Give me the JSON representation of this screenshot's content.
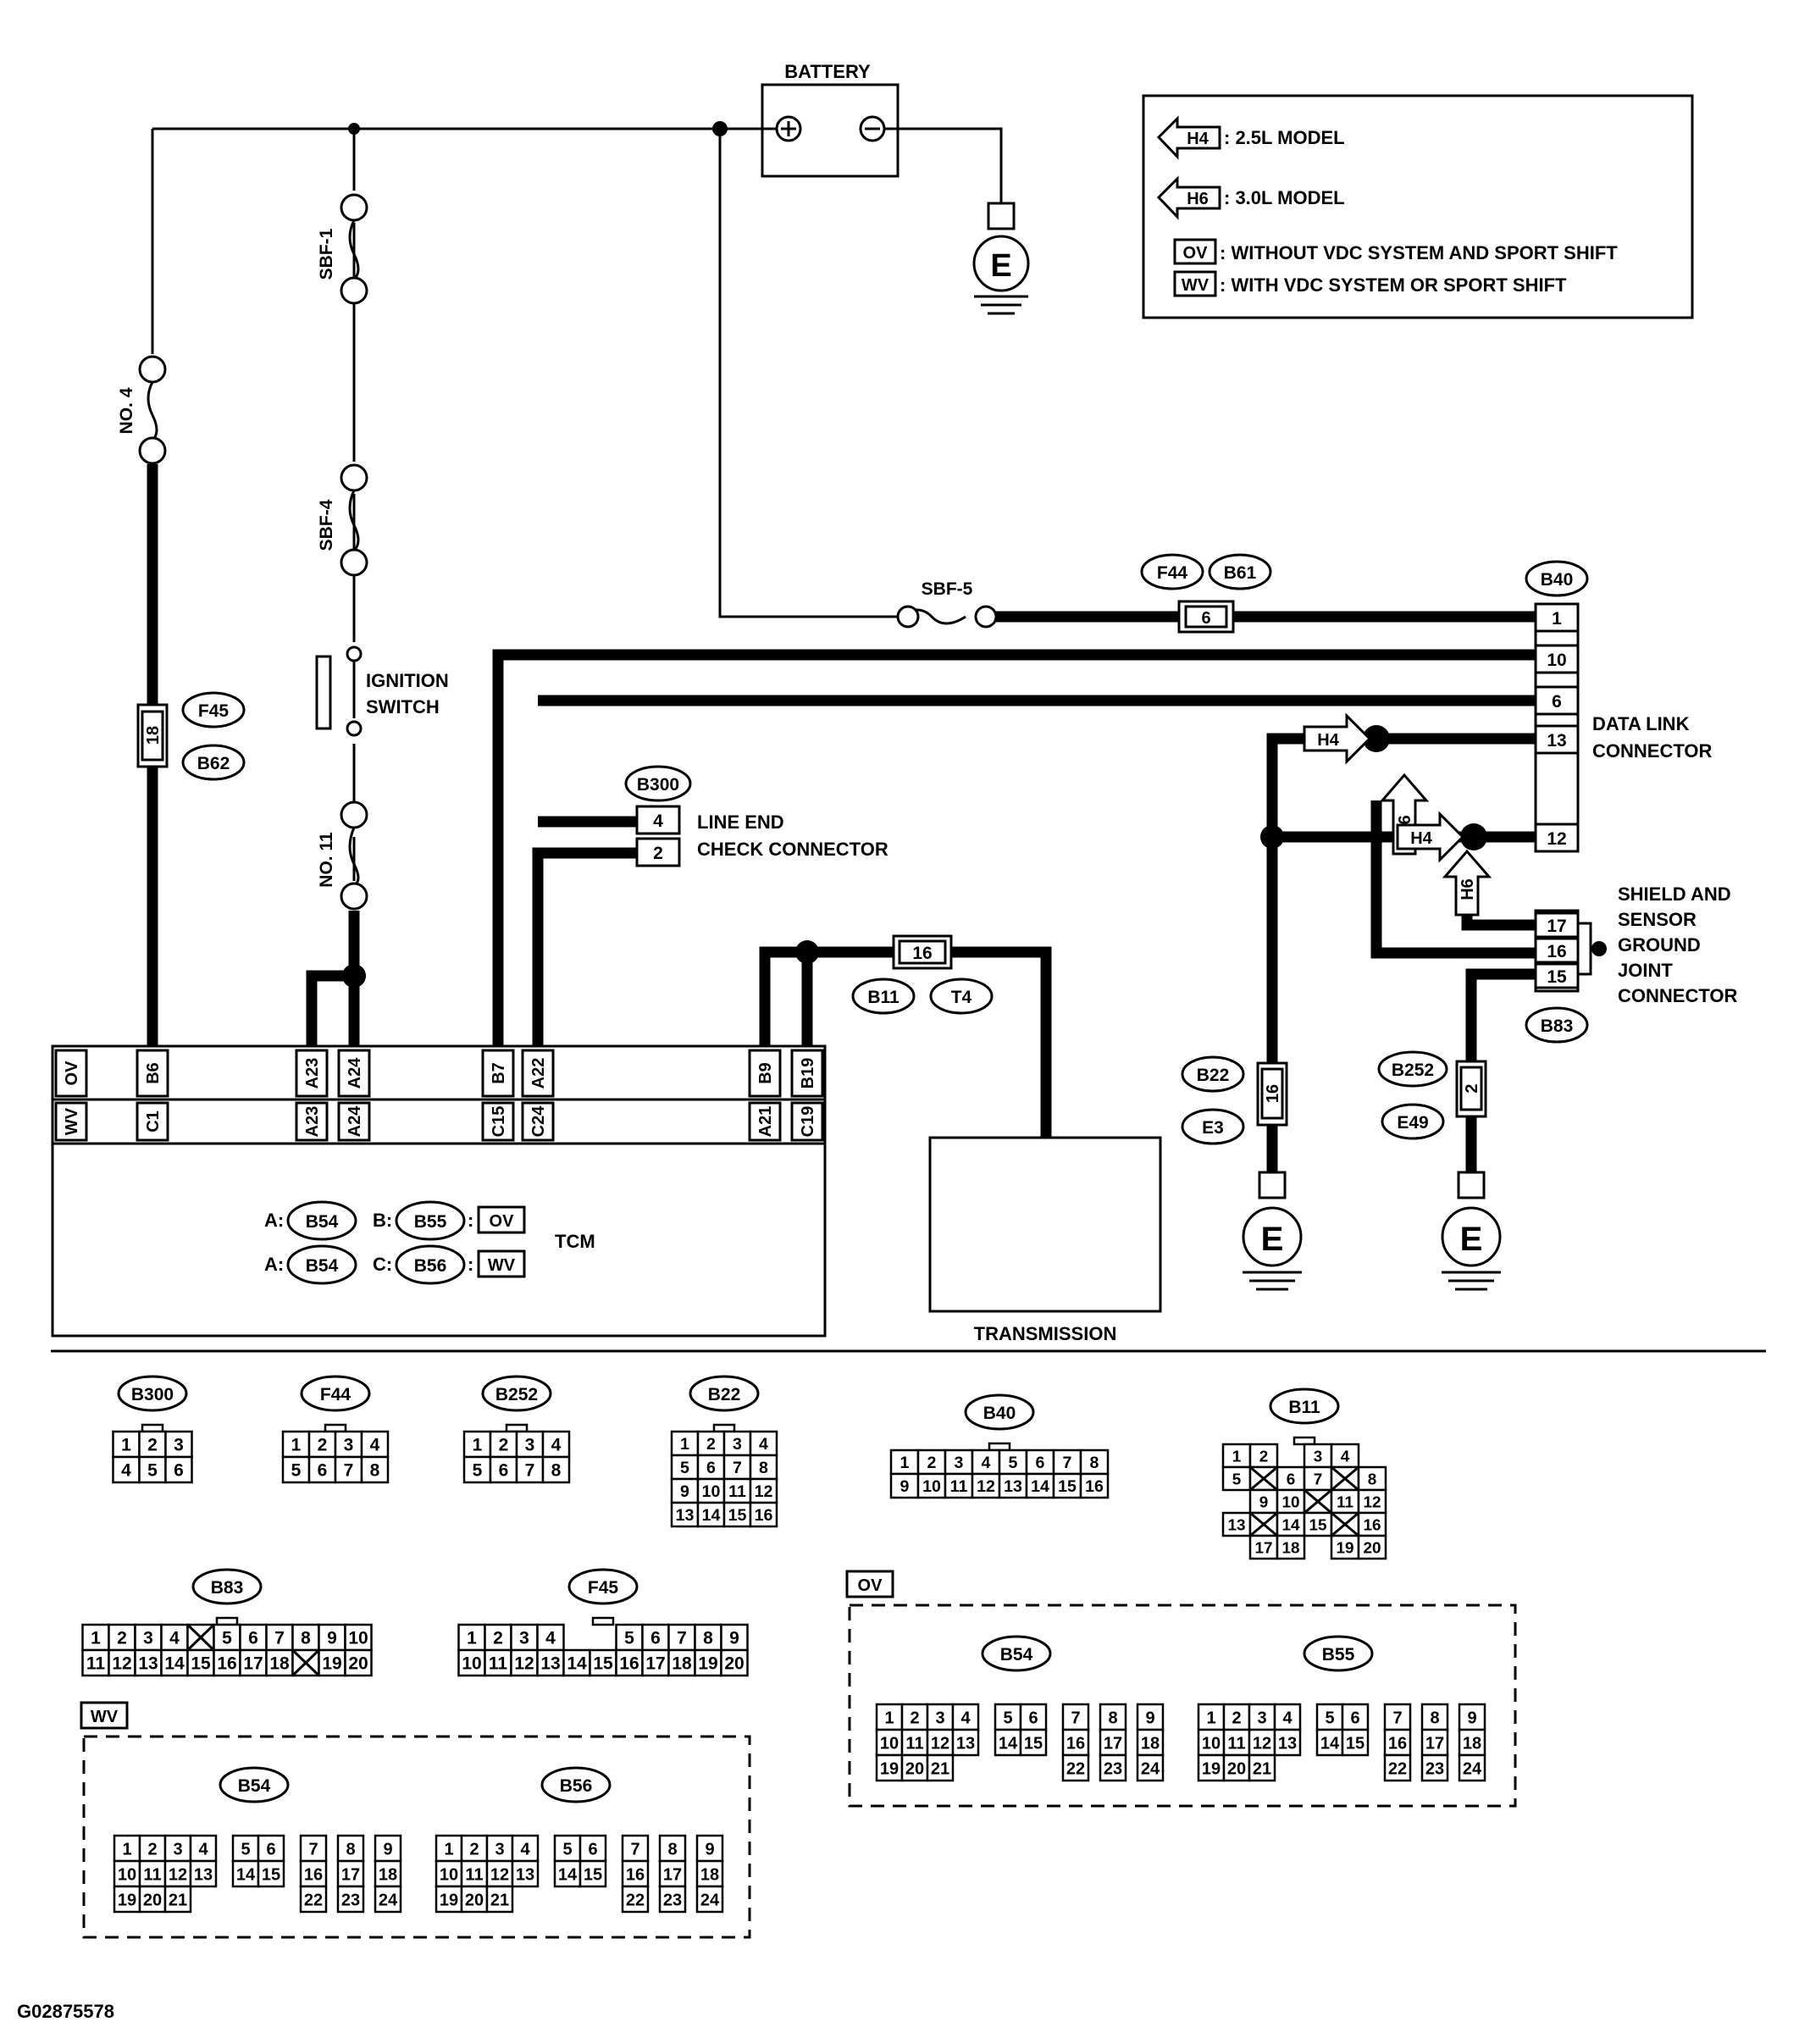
{
  "title_left": "",
  "figure_id": "G02875578",
  "legend": {
    "h4_tag": "H4",
    "h4_text": ": 2.5L MODEL",
    "h6_tag": "H6",
    "h6_text": ": 3.0L MODEL",
    "ov_tag": "OV",
    "ov_text": ": WITHOUT VDC SYSTEM AND SPORT SHIFT",
    "wv_tag": "WV",
    "wv_text": ": WITH VDC SYSTEM OR SPORT SHIFT"
  },
  "components": {
    "battery": "BATTERY",
    "battery_pos": "⊕",
    "battery_neg": "⊖",
    "ground": "E",
    "fuse_sbf1": "SBF-1",
    "fuse_sbf4": "SBF-4",
    "fuse_sbf5": "SBF-5",
    "fuse_no4": "NO. 4",
    "fuse_no11": "NO. 11",
    "ignition_switch_1": "IGNITION",
    "ignition_switch_2": "SWITCH",
    "line_end_1": "LINE END",
    "line_end_2": "CHECK CONNECTOR",
    "data_link_1": "DATA LINK",
    "data_link_2": "CONNECTOR",
    "shield_1": "SHIELD AND",
    "shield_2": "SENSOR",
    "shield_3": "GROUND",
    "shield_4": "JOINT",
    "shield_5": "CONNECTOR",
    "transmission": "TRANSMISSION",
    "tcm": "TCM",
    "tcm_row1_a": "A:",
    "tcm_row1_b": "B:",
    "tcm_row2_a": "A:",
    "tcm_row2_c": "C:"
  },
  "connector_ids": {
    "f45": "F45",
    "b62": "B62",
    "b300": "B300",
    "f44": "F44",
    "b61": "B61",
    "b40": "B40",
    "b83": "B83",
    "b11": "B11",
    "t4": "T4",
    "b22": "B22",
    "e3": "E3",
    "b252": "B252",
    "e49": "E49",
    "b54": "B54",
    "b55": "B55",
    "b56": "B56",
    "ov": "OV",
    "wv": "WV"
  },
  "pins": {
    "f45_pin": "18",
    "f44_pin": "6",
    "b300_4": "4",
    "b300_2": "2",
    "b11_pin": "16",
    "b22_pin": "16",
    "b252_pin": "2",
    "b40_1": "1",
    "b40_10": "10",
    "b40_6": "6",
    "b40_13": "13",
    "b40_12": "12",
    "b83_17": "17",
    "b83_16": "16",
    "b83_15": "15",
    "tcm_top": [
      "OV",
      "B6",
      "A23",
      "A24",
      "B7",
      "A22",
      "B9",
      "B19"
    ],
    "tcm_bottom": [
      "WV",
      "C1",
      "A23",
      "A24",
      "C15",
      "C24",
      "A21",
      "C19"
    ]
  },
  "flags": {
    "h4": "H4",
    "h6": "H6"
  },
  "faces": {
    "b300": {
      "label": "B300",
      "rows": [
        [
          "1",
          "2",
          "3"
        ],
        [
          "4",
          "5",
          "6"
        ]
      ]
    },
    "f44": {
      "label": "F44",
      "rows": [
        [
          "1",
          "2",
          "3",
          "4"
        ],
        [
          "5",
          "6",
          "7",
          "8"
        ]
      ]
    },
    "b252": {
      "label": "B252",
      "rows": [
        [
          "1",
          "2",
          "3",
          "4"
        ],
        [
          "5",
          "6",
          "7",
          "8"
        ]
      ]
    },
    "b22": {
      "label": "B22",
      "rows": [
        [
          "1",
          "2",
          "3",
          "4"
        ],
        [
          "5",
          "6",
          "7",
          "8"
        ],
        [
          "9",
          "10",
          "11",
          "12"
        ],
        [
          "13",
          "14",
          "15",
          "16"
        ]
      ]
    },
    "b40": {
      "label": "B40",
      "rows": [
        [
          "1",
          "2",
          "3",
          "4",
          "5",
          "6",
          "7",
          "8"
        ],
        [
          "9",
          "10",
          "11",
          "12",
          "13",
          "14",
          "15",
          "16"
        ]
      ]
    },
    "b11": {
      "label": "B11",
      "rows": [
        [
          "1",
          "2",
          "",
          "3",
          "4",
          ""
        ],
        [
          "5",
          "X",
          "6",
          "7",
          "X",
          "8"
        ],
        [
          "",
          "9",
          "10",
          "X",
          "11",
          "12"
        ],
        [
          "13",
          "X",
          "14",
          "15",
          "X",
          "16"
        ],
        [
          "",
          "17",
          "18",
          "",
          "19",
          "20"
        ]
      ]
    },
    "b83": {
      "label": "B83",
      "rows": [
        [
          "1",
          "2",
          "3",
          "4",
          "X",
          "5",
          "6",
          "7",
          "8",
          "9",
          "10"
        ],
        [
          "11",
          "12",
          "13",
          "14",
          "15",
          "16",
          "17",
          "18",
          "X",
          "19",
          "20"
        ]
      ]
    },
    "f45": {
      "label": "F45",
      "rows": [
        [
          "1",
          "2",
          "3",
          "4",
          "",
          "",
          "5",
          "6",
          "7",
          "8",
          "9"
        ],
        [
          "10",
          "11",
          "12",
          "13",
          "14",
          "15",
          "16",
          "17",
          "18",
          "19",
          "20"
        ]
      ]
    },
    "tcm_ov_title": "OV",
    "tcm_wv_title": "WV",
    "tcm_b54": "B54",
    "tcm_b55": "B55",
    "tcm_b56": "B56",
    "tcm_rows": [
      [
        "1",
        "2",
        "3",
        "4",
        "5",
        "6",
        "7",
        "8",
        "9"
      ],
      [
        "10",
        "11",
        "12",
        "13",
        "14",
        "15",
        "16",
        "17",
        "18"
      ],
      [
        "19",
        "20",
        "21",
        "",
        "",
        "",
        "22",
        "23",
        "24"
      ]
    ]
  }
}
